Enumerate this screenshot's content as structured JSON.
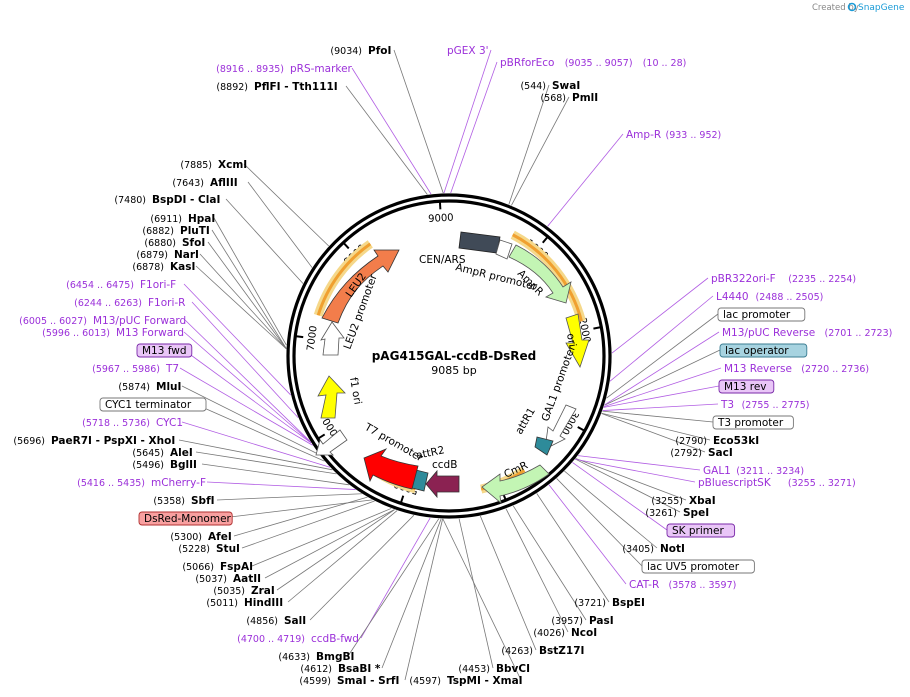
{
  "header": {
    "created_by": "Created by",
    "brand": "SnapGene"
  },
  "plasmid": {
    "name": "pAG415GAL-ccdB-DsRed",
    "size": "9085 bp"
  },
  "ticks": [
    "1000",
    "2000",
    "3000",
    "4000",
    "5000",
    "6000",
    "7000",
    "8000",
    "9000"
  ],
  "features": [
    {
      "name": "ori",
      "color": "#ffff00"
    },
    {
      "name": "CmR",
      "color": "#c3f5b4"
    },
    {
      "name": "ccdB",
      "color": "#8b2252"
    },
    {
      "name": "attR2",
      "color": "#2e8b9a"
    },
    {
      "name": "attR1",
      "color": "#2e8b9a"
    },
    {
      "name": "f1 ori",
      "color": "#ffff00"
    },
    {
      "name": "LEU2",
      "color": "#f27d4b"
    },
    {
      "name": "AmpR",
      "color": "#c3f5b4"
    },
    {
      "name": "CEN/ARS",
      "color": "#404a57"
    },
    {
      "name": "DsRed",
      "color": "#ff0000"
    }
  ],
  "arc_labels": {
    "cen_ars": "CEN/ARS",
    "ampr_promoter": "AmpR promoter",
    "gal1_promoter": "GAL1 promoter",
    "t7_promoter": "T7 promoter",
    "leu2_promoter": "LEU2 promoter",
    "ampr": "AmpR",
    "ori": "ori",
    "cmr": "CmR",
    "attr1": "attR1",
    "attr2": "attR2",
    "ccdb": "ccdB",
    "f1_ori": "f1 ori",
    "leu2": "LEU2"
  },
  "labels": [
    {
      "kind": "enzyme",
      "name": "PfoI",
      "pos": "(9034)"
    },
    {
      "kind": "primer",
      "name": "pGEX 3'"
    },
    {
      "kind": "primer",
      "name": "pBRforEco",
      "range": "(9035 .. 9057)",
      "range2": "(10 .. 28)"
    },
    {
      "kind": "primer",
      "name": "pRS-marker",
      "range": "(8916 .. 8935)"
    },
    {
      "kind": "enzyme",
      "name": "PflFI - Tth111I",
      "pos": "(8892)"
    },
    {
      "kind": "enzyme",
      "name": "SwaI",
      "pos": "(544)"
    },
    {
      "kind": "enzyme",
      "name": "PmlI",
      "pos": "(568)"
    },
    {
      "kind": "primer",
      "name": "Amp-R",
      "range": "(933 .. 952)"
    },
    {
      "kind": "enzyme",
      "name": "XcmI",
      "pos": "(7885)"
    },
    {
      "kind": "enzyme",
      "name": "AflIII",
      "pos": "(7643)"
    },
    {
      "kind": "enzyme",
      "name": "BspDI - ClaI",
      "pos": "(7480)"
    },
    {
      "kind": "enzyme",
      "name": "HpaI",
      "pos": "(6911)"
    },
    {
      "kind": "enzyme",
      "name": "PluTI",
      "pos": "(6882)"
    },
    {
      "kind": "enzyme",
      "name": "SfoI",
      "pos": "(6880)"
    },
    {
      "kind": "enzyme",
      "name": "NarI",
      "pos": "(6879)"
    },
    {
      "kind": "enzyme",
      "name": "KasI",
      "pos": "(6878)"
    },
    {
      "kind": "primer",
      "name": "F1ori-F",
      "range": "(6454 .. 6475)"
    },
    {
      "kind": "primer",
      "name": "F1ori-R",
      "range": "(6244 .. 6263)"
    },
    {
      "kind": "primer",
      "name": "M13/pUC Forward",
      "range": "(6005 .. 6027)"
    },
    {
      "kind": "primer",
      "name": "M13 Forward",
      "range": "(5996 .. 6013)"
    },
    {
      "kind": "primer-box",
      "name": "M13 fwd"
    },
    {
      "kind": "primer",
      "name": "T7",
      "range": "(5967 .. 5986)"
    },
    {
      "kind": "enzyme",
      "name": "MluI",
      "pos": "(5874)"
    },
    {
      "kind": "feature-box",
      "name": "CYC1 terminator"
    },
    {
      "kind": "primer",
      "name": "CYC1",
      "range": "(5718 .. 5736)"
    },
    {
      "kind": "enzyme",
      "name": "PaeR7I - PspXI - XhoI",
      "pos": "(5696)"
    },
    {
      "kind": "enzyme",
      "name": "AleI",
      "pos": "(5645)"
    },
    {
      "kind": "enzyme",
      "name": "BglII",
      "pos": "(5496)"
    },
    {
      "kind": "primer",
      "name": "mCherry-F",
      "range": "(5416 .. 5435)"
    },
    {
      "kind": "enzyme",
      "name": "SbfI",
      "pos": "(5358)"
    },
    {
      "kind": "feature-box-red",
      "name": "DsRed-Monomer"
    },
    {
      "kind": "enzyme",
      "name": "AfeI",
      "pos": "(5300)"
    },
    {
      "kind": "enzyme",
      "name": "StuI",
      "pos": "(5228)"
    },
    {
      "kind": "enzyme",
      "name": "FspAI",
      "pos": "(5066)"
    },
    {
      "kind": "enzyme",
      "name": "AatII",
      "pos": "(5037)"
    },
    {
      "kind": "enzyme",
      "name": "ZraI",
      "pos": "(5035)"
    },
    {
      "kind": "enzyme",
      "name": "HindIII",
      "pos": "(5011)"
    },
    {
      "kind": "enzyme",
      "name": "SalI",
      "pos": "(4856)"
    },
    {
      "kind": "primer",
      "name": "ccdB-fwd",
      "range": "(4700 .. 4719)"
    },
    {
      "kind": "enzyme",
      "name": "BmgBI",
      "pos": "(4633)"
    },
    {
      "kind": "enzyme",
      "name": "BsaBI *",
      "pos": "(4612)"
    },
    {
      "kind": "enzyme",
      "name": "SmaI - SrfI",
      "pos": "(4599)"
    },
    {
      "kind": "enzyme",
      "name": "TspMI - XmaI",
      "pos": "(4597)"
    },
    {
      "kind": "enzyme",
      "name": "BbvCI",
      "pos": "(4453)"
    },
    {
      "kind": "enzyme",
      "name": "BstZ17I",
      "pos": "(4263)"
    },
    {
      "kind": "enzyme",
      "name": "NcoI",
      "pos": "(4026)"
    },
    {
      "kind": "enzyme",
      "name": "PasI",
      "pos": "(3957)"
    },
    {
      "kind": "enzyme",
      "name": "BspEI",
      "pos": "(3721)"
    },
    {
      "kind": "primer",
      "name": "CAT-R",
      "range": "(3578 .. 3597)"
    },
    {
      "kind": "feature-box",
      "name": "lac UV5 promoter"
    },
    {
      "kind": "enzyme",
      "name": "NotI",
      "pos": "(3405)"
    },
    {
      "kind": "primer-box",
      "name": "SK primer"
    },
    {
      "kind": "enzyme",
      "name": "SpeI",
      "pos": "(3261)"
    },
    {
      "kind": "enzyme",
      "name": "XbaI",
      "pos": "(3255)"
    },
    {
      "kind": "primer",
      "name": "pBluescriptSK",
      "range": "(3255 .. 3271)"
    },
    {
      "kind": "primer",
      "name": "GAL1",
      "range": "(3211 .. 3234)"
    },
    {
      "kind": "enzyme",
      "name": "SacI",
      "pos": "(2792)"
    },
    {
      "kind": "enzyme",
      "name": "Eco53kI",
      "pos": "(2790)"
    },
    {
      "kind": "feature-box",
      "name": "T3 promoter"
    },
    {
      "kind": "primer",
      "name": "T3",
      "range": "(2755 .. 2775)"
    },
    {
      "kind": "primer-box",
      "name": "M13 rev"
    },
    {
      "kind": "primer",
      "name": "M13 Reverse",
      "range": "(2720 .. 2736)"
    },
    {
      "kind": "feature-box-blue",
      "name": "lac operator"
    },
    {
      "kind": "primer",
      "name": "M13/pUC Reverse",
      "range": "(2701 .. 2723)"
    },
    {
      "kind": "feature-box",
      "name": "lac promoter"
    },
    {
      "kind": "primer",
      "name": "L4440",
      "range": "(2488 .. 2505)"
    },
    {
      "kind": "primer",
      "name": "pBR322ori-F",
      "range": "(2235 .. 2254)"
    }
  ]
}
